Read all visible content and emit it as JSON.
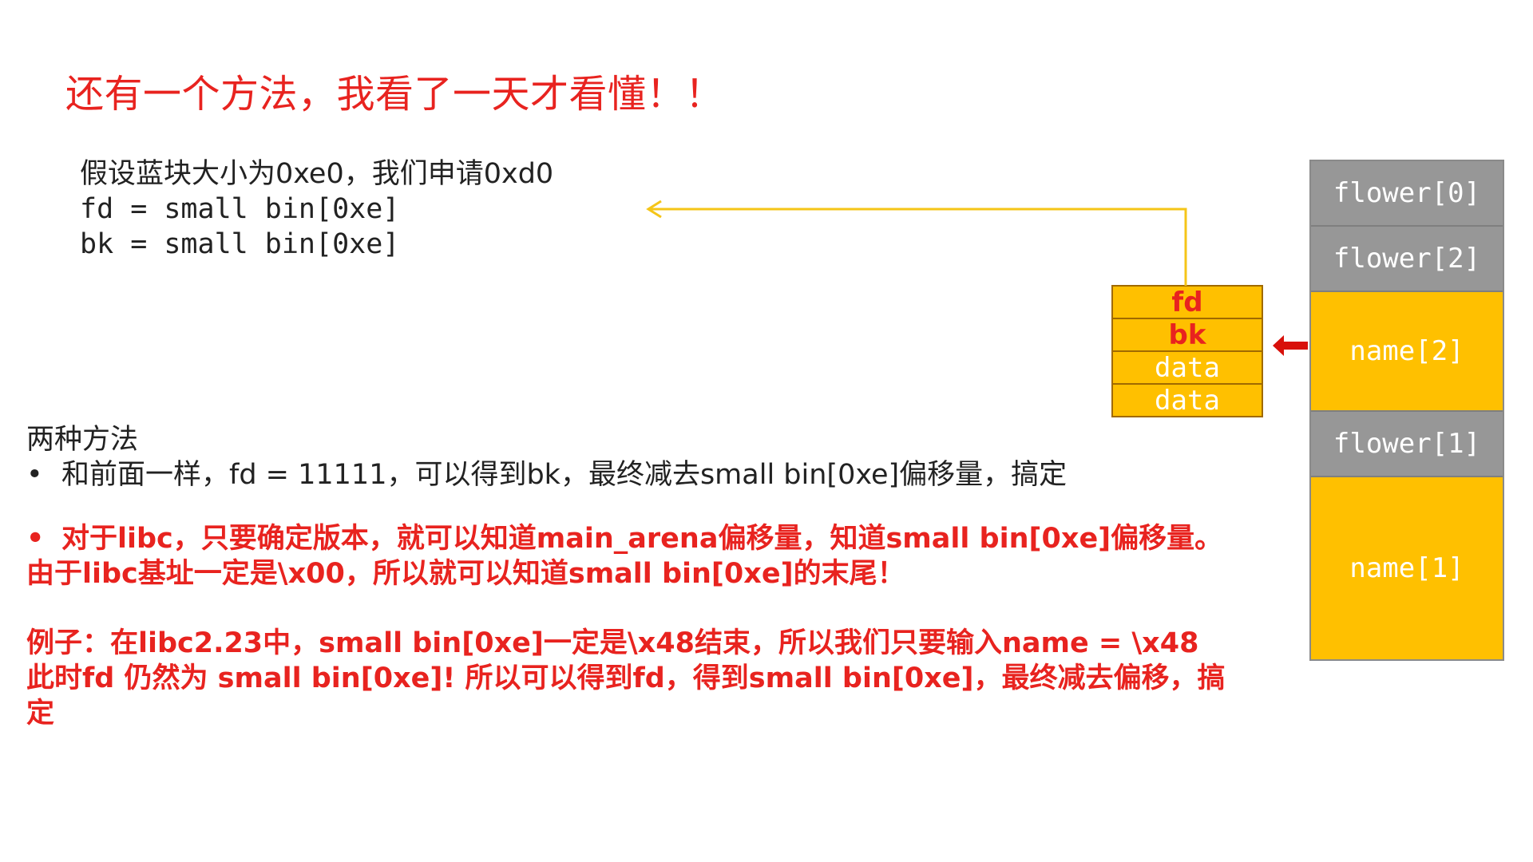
{
  "slide": {
    "title": "还有一个方法，我看了一天才看懂！！",
    "assumptions": [
      "假设蓝块大小为0xe0，我们申请0xd0",
      "fd = small bin[0xe]",
      "bk = small bin[0xe]"
    ],
    "methods_heading": "两种方法",
    "bullet_symbol": "•",
    "method_1": "和前面一样，fd = 11111，可以得到bk，最终减去small bin[0xe]偏移量，搞定",
    "method_2_lines": [
      "对于libc，只要确定版本，就可以知道main_arena偏移量，知道small bin[0xe]偏移量。",
      "由于libc基址一定是\\x00，所以就可以知道small bin[0xe]的末尾！"
    ],
    "example_lines": [
      "例子：在libc2.23中，small bin[0xe]一定是\\x48结束，所以我们只要输入name = \\x48",
      "此时fd 仍然为 small bin[0xe]! 所以可以得到fd，得到small bin[0xe]，最终减去偏移，搞",
      "定"
    ]
  },
  "chunk": {
    "fields": [
      "fd",
      "bk",
      "data",
      "data"
    ]
  },
  "stack": {
    "cells": [
      {
        "label": "flower[0]",
        "color": "gray"
      },
      {
        "label": "flower[2]",
        "color": "gray"
      },
      {
        "label": "name[2]",
        "color": "yellow"
      },
      {
        "label": "flower[1]",
        "color": "gray"
      },
      {
        "label": "name[1]",
        "color": "yellow"
      }
    ]
  },
  "colors": {
    "title_red": "#e8231f",
    "highlight_red": "#e8231f",
    "chunk_yellow": "#ffc000",
    "stack_gray": "#979797",
    "arrow_yellow": "#f5c518",
    "pointer_red": "#d8100a"
  },
  "icons": {
    "fd_pointer_arrow": "arrow-left-icon",
    "chunk_pointer_arrow": "red-arrow-left-icon"
  }
}
